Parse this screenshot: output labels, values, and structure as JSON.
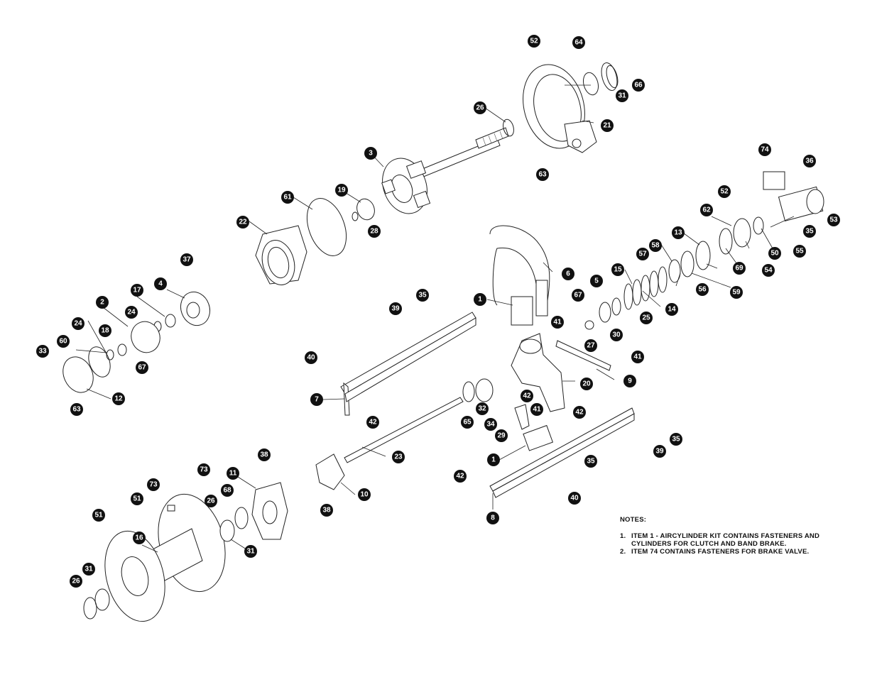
{
  "notes": {
    "title": "NOTES:",
    "items": [
      {
        "num": "1.",
        "text": "ITEM 1 - AIRCYLINDER KIT CONTAINS FASTENERS AND CYLINDERS FOR CLUTCH AND BAND BRAKE."
      },
      {
        "num": "2.",
        "text": "ITEM 74 CONTAINS FASTENERS FOR BRAKE VALVE."
      }
    ]
  },
  "callouts": [
    "52",
    "64",
    "66",
    "31",
    "21",
    "26",
    "3",
    "63",
    "19",
    "28",
    "61",
    "22",
    "74",
    "36",
    "52",
    "53",
    "35",
    "55",
    "50",
    "62",
    "54",
    "69",
    "13",
    "58",
    "57",
    "56",
    "59",
    "6",
    "15",
    "14",
    "5",
    "25",
    "67",
    "30",
    "27",
    "41",
    "41",
    "9",
    "20",
    "1",
    "37",
    "4",
    "17",
    "2",
    "24",
    "18",
    "24",
    "67",
    "60",
    "33",
    "12",
    "63",
    "35",
    "39",
    "40",
    "7",
    "42",
    "42",
    "65",
    "32",
    "34",
    "29",
    "41",
    "42",
    "23",
    "1",
    "35",
    "39",
    "35",
    "42",
    "38",
    "10",
    "40",
    "73",
    "73",
    "11",
    "51",
    "68",
    "26",
    "38",
    "51",
    "31",
    "16",
    "31",
    "26",
    "8"
  ]
}
